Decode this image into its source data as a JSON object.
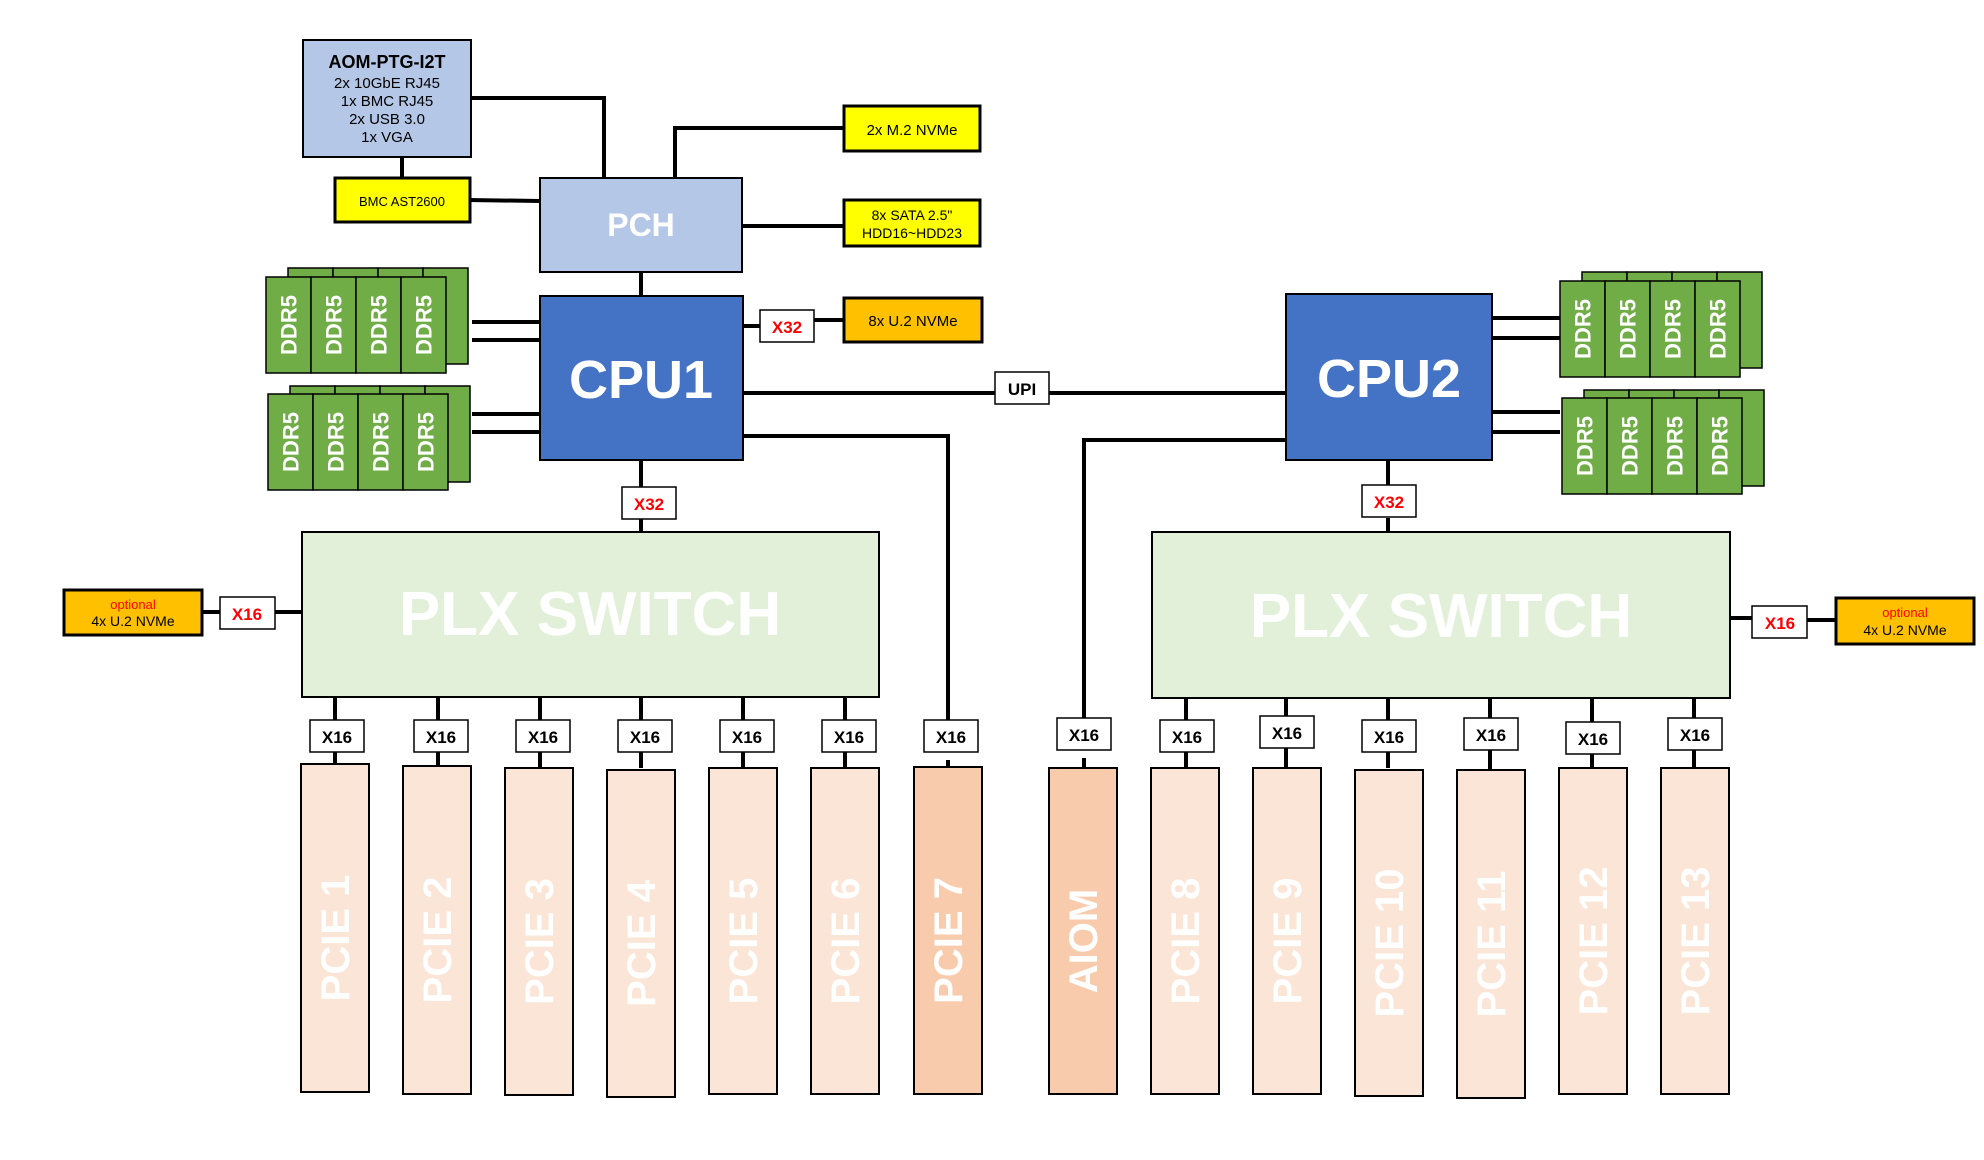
{
  "aom": {
    "title": "AOM-PTG-I2T",
    "lines": [
      "2x 10GbE RJ45",
      "1x BMC RJ45",
      "2x USB 3.0",
      "1x VGA"
    ]
  },
  "bmc": "BMC AST2600",
  "pch": "PCH",
  "m2": "2x M.2 NVMe",
  "sata": [
    "8x SATA 2.5\"",
    "HDD16~HDD23"
  ],
  "u2_direct": "8x U.2 NVMe",
  "cpu1": "CPU1",
  "cpu2": "CPU2",
  "upi": "UPI",
  "ddr": "DDR5",
  "x32": "X32",
  "x16": "X16",
  "plx": "PLX SWITCH",
  "optional": {
    "label": "optional",
    "text": "4x U.2 NVMe"
  },
  "slots_left": [
    "PCIE 1",
    "PCIE 2",
    "PCIE 3",
    "PCIE 4",
    "PCIE 5",
    "PCIE 6",
    "PCIE 7"
  ],
  "slots_right": [
    "AIOM",
    "PCIE 8",
    "PCIE 9",
    "PCIE 10",
    "PCIE 11",
    "PCIE 12",
    "PCIE 13"
  ],
  "colors": {
    "aom": "#b4c7e7",
    "pch": "#b4c7e7",
    "cpu": "#4472c4",
    "ddr": "#70ad47",
    "plx": "#e2f0d9",
    "yellow": "#ffff00",
    "orange": "#ffc000",
    "slot": "#fbe5d6",
    "slot_direct": "#f8cbad",
    "red": "#ff0000"
  }
}
